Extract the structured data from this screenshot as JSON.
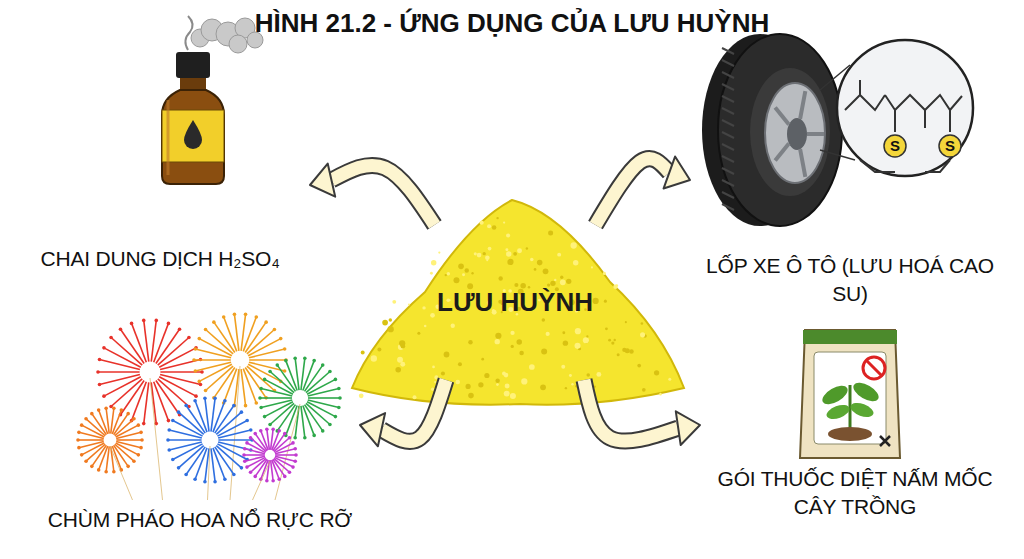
{
  "diagram": {
    "title": "HÌNH 21.2 - ỨNG DỤNG CỦA LƯU HUỲNH",
    "nodes": [
      {
        "text": [
          "LƯU HUỲNH"
        ]
      },
      {
        "text": [
          "CHAI DUNG DỊCH H₂SO₄"
        ]
      },
      {
        "text": [
          "LỐP XE Ô TÔ (LƯU HOÁ CAO SU)"
        ]
      },
      {
        "text": [
          "CHÙM PHÁO HOA NỔ RỰC RỠ"
        ]
      },
      {
        "text": [
          "GÓI THUỐC DIỆT NẤM MỐC CÂY TRỒNG"
        ]
      }
    ],
    "edges": [
      {
        "from": 0,
        "to": 1,
        "arrow": "to"
      },
      {
        "from": 0,
        "to": 2,
        "arrow": "to"
      },
      {
        "from": 0,
        "to": 3,
        "arrow": "to"
      },
      {
        "from": 0,
        "to": 4,
        "arrow": "to"
      }
    ],
    "labels": [
      "S",
      "S"
    ]
  }
}
